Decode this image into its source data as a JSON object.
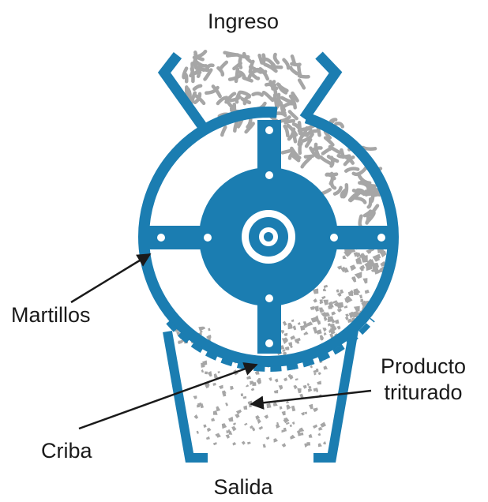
{
  "labels": {
    "inlet": "Ingreso",
    "outlet": "Salida",
    "hammers": "Martillos",
    "screen": "Criba",
    "product_line1": "Producto",
    "product_line2": "triturado"
  },
  "colors": {
    "machine": "#1b7db1",
    "material": "#a6a6a6",
    "leader": "#1a1a1a",
    "text": "#1a1a1a",
    "background": "#ffffff"
  }
}
